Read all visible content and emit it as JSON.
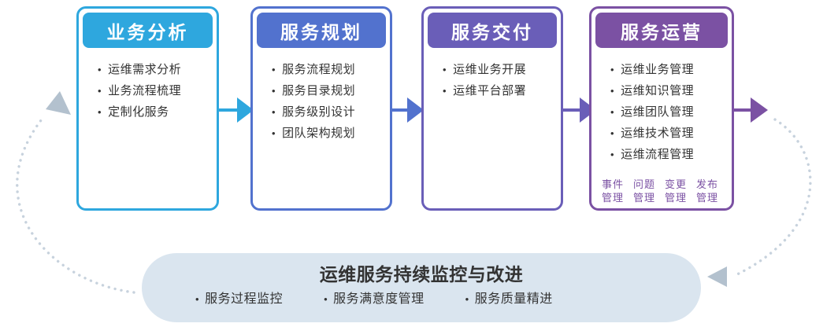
{
  "stages": [
    {
      "title": "业务分析",
      "color": "#2EA7DE",
      "items": [
        "运维需求分析",
        "业务流程梳理",
        "定制化服务"
      ]
    },
    {
      "title": "服务规划",
      "color": "#5272CE",
      "items": [
        "服务流程规划",
        "服务目录规划",
        "服务级别设计",
        "团队架构规划"
      ]
    },
    {
      "title": "服务交付",
      "color": "#6A5EB8",
      "items": [
        "运维业务开展",
        "运维平台部署"
      ]
    },
    {
      "title": "服务运营",
      "color": "#7B51A3",
      "items": [
        "运维业务管理",
        "运维知识管理",
        "运维团队管理",
        "运维技术管理",
        "运维流程管理"
      ],
      "sub_processes": [
        "事件管理",
        "问题管理",
        "变更管理",
        "发布管理"
      ]
    }
  ],
  "monitor_bar": {
    "title": "运维服务持续监控与改进",
    "items": [
      "服务过程监控",
      "服务满意度管理",
      "服务质量精进"
    ],
    "background": "#DAE5EF",
    "text_color": "#333333"
  },
  "connectors": {
    "dot_color": "#C7D2DD",
    "arrowhead_color": "#B3C1CE"
  }
}
